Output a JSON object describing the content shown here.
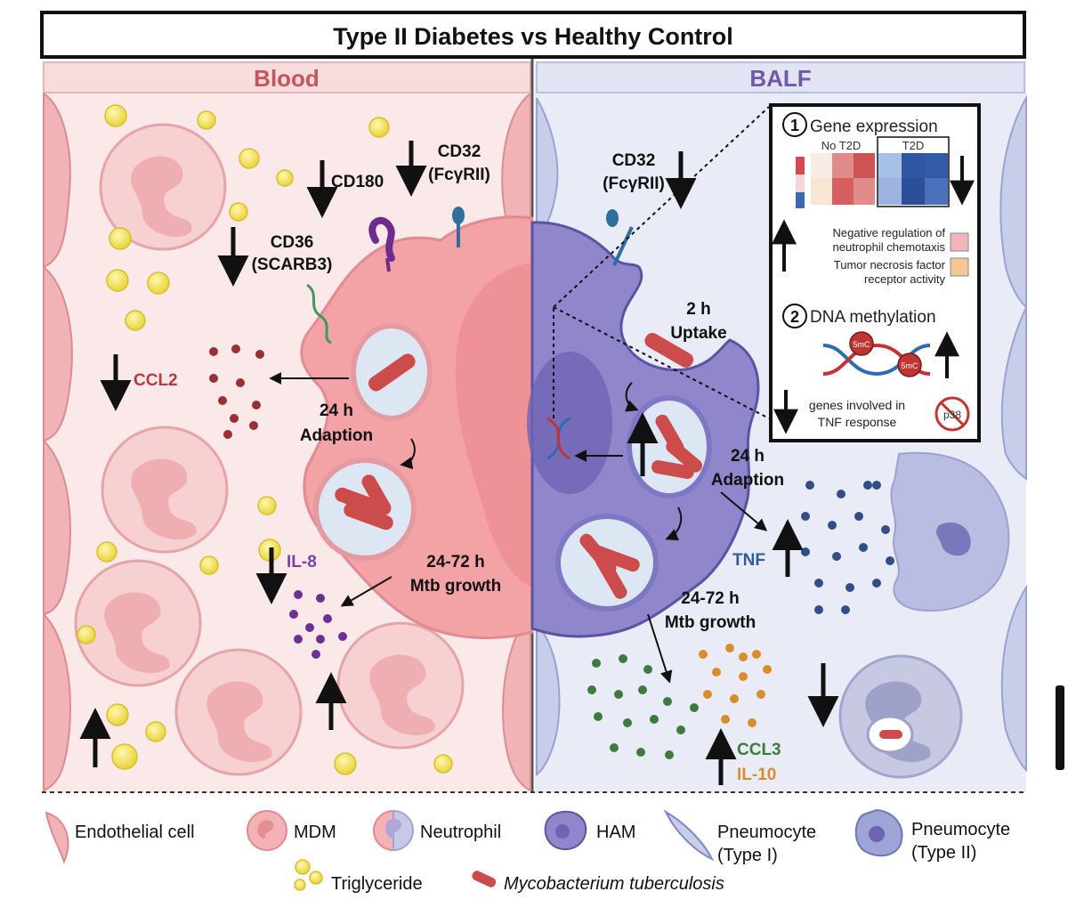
{
  "title": "Type II Diabetes vs Healthy Control",
  "panels": {
    "blood": "Blood",
    "balf": "BALF"
  },
  "blood": {
    "cd180": "CD180",
    "cd32_a": "CD32",
    "cd32_b": "(FcγRII)",
    "cd36_a": "CD36",
    "cd36_b": "(SCARB3)",
    "ccl2": "CCL2",
    "adaption_time": "24 h",
    "adaption": "Adaption",
    "growth_time": "24-72 h",
    "growth": "Mtb growth",
    "il8": "IL-8"
  },
  "balf": {
    "cd32_a": "CD32",
    "cd32_b": "(FcγRII)",
    "uptake_time": "2 h",
    "uptake": "Uptake",
    "adaption_time": "24 h",
    "adaption": "Adaption",
    "tnf": "TNF",
    "growth_time": "24-72 h",
    "growth": "Mtb growth",
    "ccl3": "CCL3",
    "il10": "IL-10"
  },
  "inset": {
    "gene_num": "1",
    "gene_title": "Gene expression",
    "heat_no": "No T2D",
    "heat_t2d": "T2D",
    "term1_a": "Negative regulation of",
    "term1_b": "neutrophil chemotaxis",
    "term2_a": "Tumor necrosis factor",
    "term2_b": "receptor activity",
    "dna_num": "2",
    "dna_title": "DNA methylation",
    "mark": "5mC",
    "genes_a": "genes involved in",
    "genes_b": "TNF response",
    "p38": "p38"
  },
  "legend": {
    "endothelial": "Endothelial cell",
    "mdm": "MDM",
    "neutrophil": "Neutrophil",
    "ham": "HAM",
    "pneumo1_a": "Pneumocyte",
    "pneumo1_b": "(Type I)",
    "pneumo2_a": "Pneumocyte",
    "pneumo2_b": "(Type II)",
    "triglyceride": "Triglyceride",
    "mtb": "Mycobacterium tuberculosis"
  },
  "colors": {
    "blood_panel": "#fbe9e9",
    "blood_header": "#f6dcdc",
    "blood_text": "#c6555e",
    "balf_panel": "#e9ebf6",
    "balf_header": "#e3e4f3",
    "balf_text": "#6e5aa8",
    "mdm": "#f3a2a6",
    "ham": "#8f86cc",
    "bacterium": "#cc4b4b",
    "ccl2_dot": "#9a2f33",
    "il8_dot": "#6c3090",
    "tnf_dot": "#2f4f86",
    "ccl3_dot": "#3d7b3d",
    "il10_dot": "#d98c2a"
  }
}
